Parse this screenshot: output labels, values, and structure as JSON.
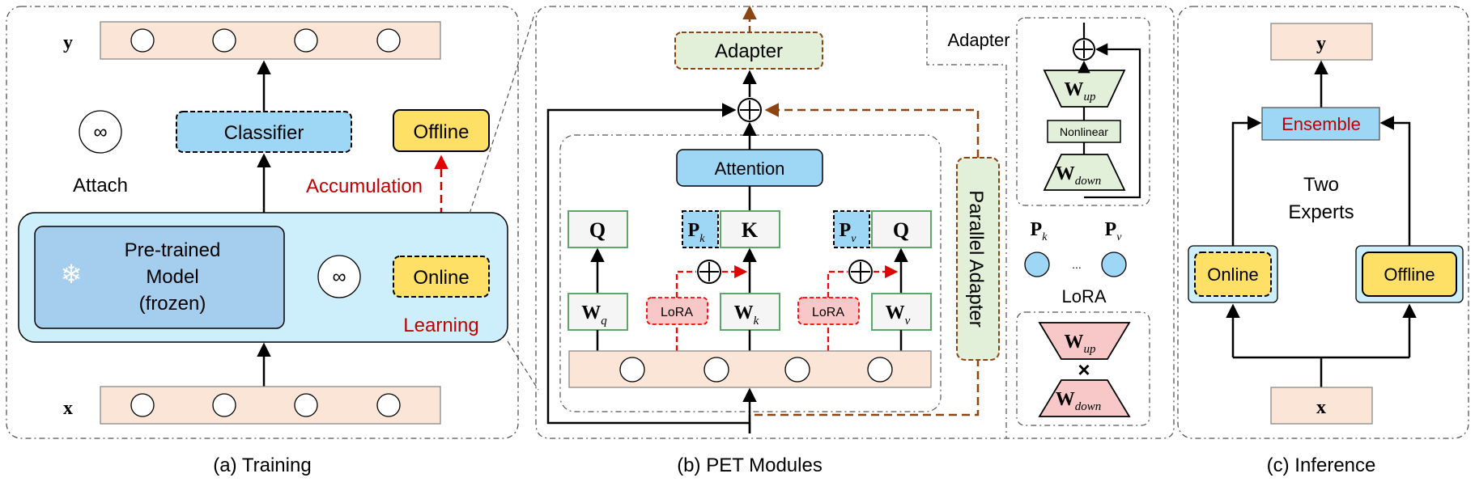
{
  "panels": {
    "training": {
      "caption": "(a) Training",
      "y_label": "y",
      "x_label": "x",
      "classifier_label": "Classifier",
      "offline_label": "Offline",
      "accumulation_label": "Accumulation",
      "attach_label": "Attach",
      "attach_symbol": "∞",
      "model_line1": "Pre-trained",
      "model_line2": "Model",
      "model_line3": "(frozen)",
      "model_symbol": "∞",
      "online_label": "Online",
      "learning_label": "Learning",
      "snowflake_symbol": "❄"
    },
    "pet": {
      "caption": "(b) PET Modules",
      "adapter_label": "Adapter",
      "plus_symbol": "⊕",
      "attention_label": "Attention",
      "q_label": "Q",
      "k_label": "K",
      "p_label": "P",
      "p_k_sub": "k",
      "p_v_sub": "v",
      "w_label": "W",
      "wq_sub": "q",
      "wk_sub": "k",
      "wv_sub": "v",
      "lora_box_label": "LoRA",
      "parallel_adapter_label": "Parallel Adapter",
      "adapter_detail_label": "Adapter",
      "wup_sub": "up",
      "wdown_sub": "down",
      "nonlinear_label": "Nonlinear",
      "lora_detail_label": "LoRA",
      "ellipsis": "...",
      "times_symbol": "×"
    },
    "inference": {
      "caption": "(c) Inference",
      "y_label": "y",
      "x_label": "x",
      "ensemble_label": "Ensemble",
      "two_experts_line1": "Two",
      "two_experts_line2": "Experts",
      "online_label": "Online",
      "offline_label": "Offline"
    }
  },
  "colors": {
    "token_fill": "#fbe5d6",
    "blue_fill": "#9dd7f5",
    "light_blue_fill": "#cdeefb",
    "model_fill": "#a4cdee",
    "yellow_fill": "#ffe066",
    "green_fill": "#e2efd9",
    "pink_fill": "#f8c8c8",
    "red_text": "#c00000",
    "brown": "#8b4513",
    "lora_red": "#ff0000",
    "green_border": "#5aa86a"
  }
}
